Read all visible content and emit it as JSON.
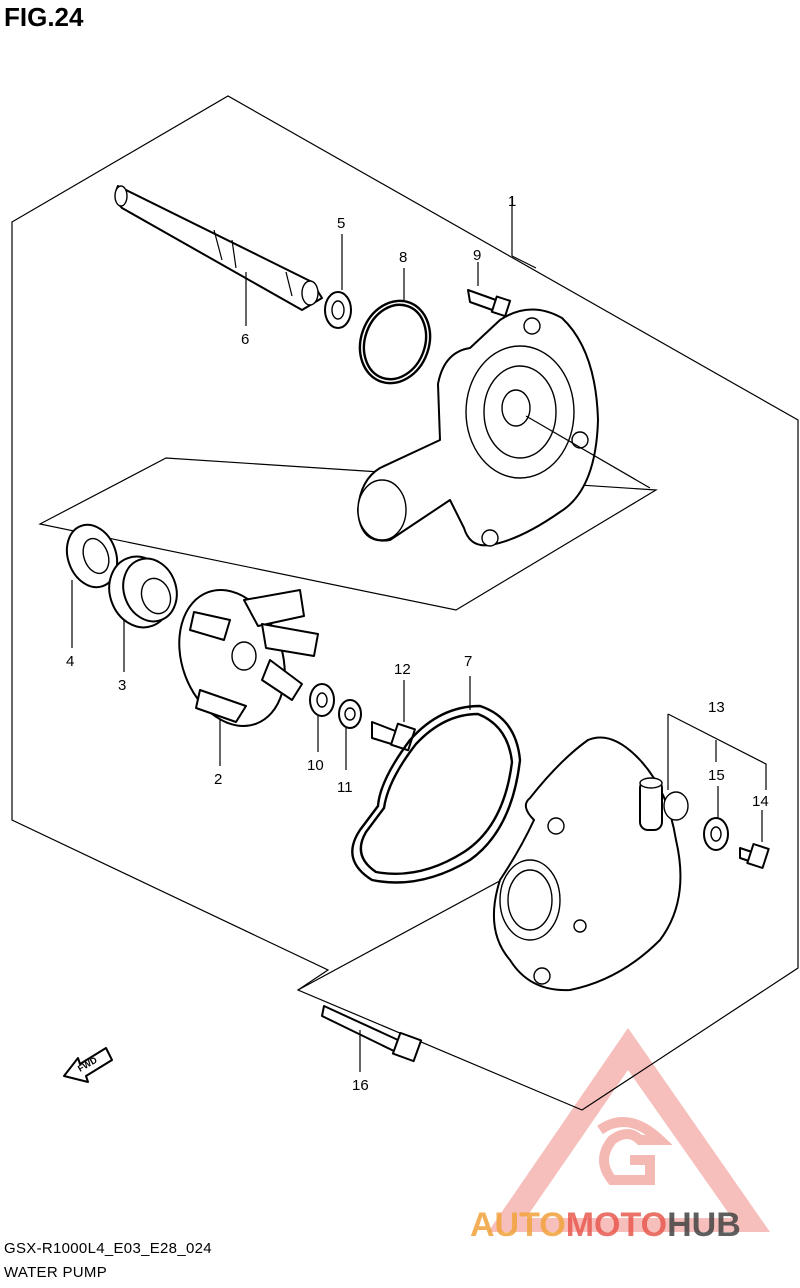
{
  "figure_title": "FIG.24",
  "part_labels": [
    "1",
    "2",
    "3",
    "4",
    "5",
    "6",
    "7",
    "8",
    "9",
    "10",
    "11",
    "12",
    "13",
    "14",
    "15",
    "16"
  ],
  "fwd_label": "FWD",
  "model_code": "GSX-R1000L4_E03_E28_024",
  "section_name": "WATER PUMP",
  "watermark": {
    "word_a": "AUTO",
    "word_b": "MOTO",
    "word_c": "HUB",
    "color_a": "#f2a23a",
    "color_b": "#e85a4f",
    "color_c": "#444444"
  }
}
